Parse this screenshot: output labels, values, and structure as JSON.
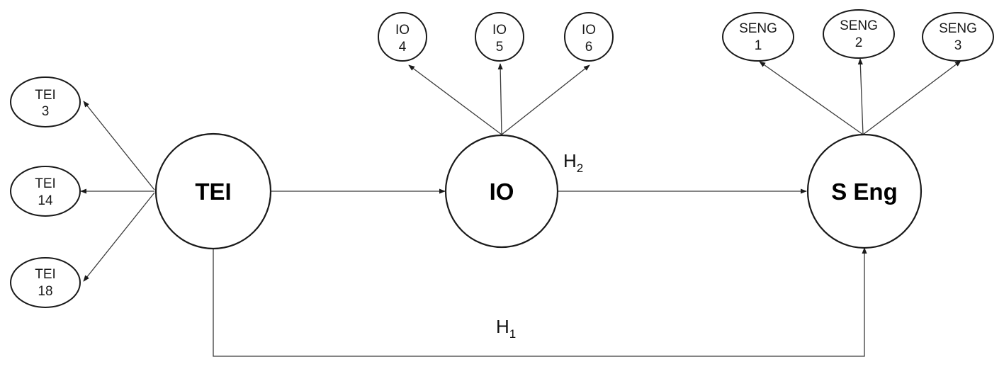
{
  "constructs": {
    "tei": "TEI",
    "io": "IO",
    "seng": "S Eng"
  },
  "indicators": {
    "tei": [
      {
        "line1": "TEI",
        "line2": "3"
      },
      {
        "line1": "TEI",
        "line2": "14"
      },
      {
        "line1": "TEI",
        "line2": "18"
      }
    ],
    "io": [
      {
        "line1": "IO",
        "line2": "4"
      },
      {
        "line1": "IO",
        "line2": "5"
      },
      {
        "line1": "IO",
        "line2": "6"
      }
    ],
    "seng": [
      {
        "line1": "SENG",
        "line2": "1"
      },
      {
        "line1": "SENG",
        "line2": "2"
      },
      {
        "line1": "SENG",
        "line2": "3"
      }
    ]
  },
  "hypotheses": {
    "h1": {
      "letter": "H",
      "sub": "1"
    },
    "h2": {
      "letter": "H",
      "sub": "2"
    }
  }
}
